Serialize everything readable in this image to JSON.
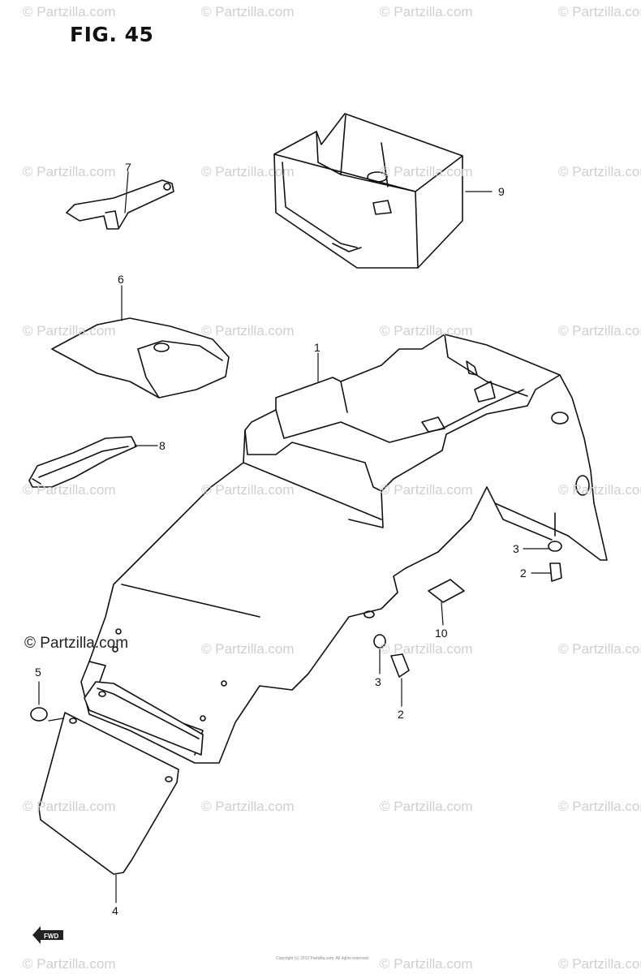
{
  "figure": {
    "title": "FIG. 45"
  },
  "watermark": {
    "text": "© Partzilla.com",
    "feature_text": "© Partzilla.com"
  },
  "callouts": {
    "c1": "1",
    "c2a": "2",
    "c2b": "2",
    "c3a": "3",
    "c3b": "3",
    "c4": "4",
    "c5": "5",
    "c6": "6",
    "c7": "7",
    "c8": "8",
    "c9": "9",
    "c10": "10"
  },
  "footer": {
    "text": "Copyright (c) 2012 Partzilla.com. All rights reserved."
  },
  "front_arrow": {
    "label": "FWD"
  }
}
